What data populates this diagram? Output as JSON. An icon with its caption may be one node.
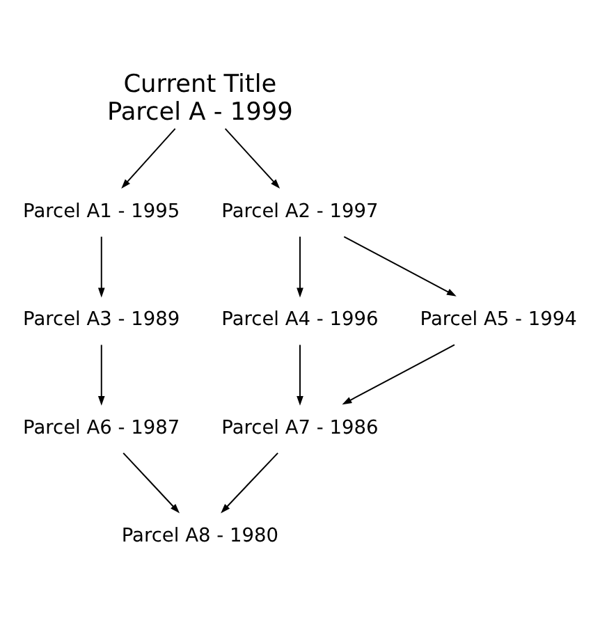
{
  "diagram": {
    "nodes": [
      {
        "text": [
          "Current Title",
          "Parcel A - 1999"
        ]
      },
      {
        "text": [
          "Parcel A1 - 1995"
        ]
      },
      {
        "text": [
          "Parcel A2 - 1997"
        ]
      },
      {
        "text": [
          "Parcel A3 - 1989"
        ]
      },
      {
        "text": [
          "Parcel A4 - 1996"
        ]
      },
      {
        "text": [
          "Parcel A5 - 1994"
        ]
      },
      {
        "text": [
          "Parcel A6 - 1987"
        ]
      },
      {
        "text": [
          "Parcel A7 - 1986"
        ]
      },
      {
        "text": [
          "Parcel A8 - 1980"
        ]
      }
    ],
    "edges": [
      {
        "from": 0,
        "to": 1,
        "arrow": "to"
      },
      {
        "from": 0,
        "to": 2,
        "arrow": "to"
      },
      {
        "from": 1,
        "to": 3,
        "arrow": "to"
      },
      {
        "from": 2,
        "to": 4,
        "arrow": "to"
      },
      {
        "from": 2,
        "to": 5,
        "arrow": "to"
      },
      {
        "from": 3,
        "to": 6,
        "arrow": "to"
      },
      {
        "from": 4,
        "to": 7,
        "arrow": "to"
      },
      {
        "from": 5,
        "to": 7,
        "arrow": "to"
      },
      {
        "from": 6,
        "to": 8,
        "arrow": "to"
      },
      {
        "from": 7,
        "to": 8,
        "arrow": "to"
      }
    ]
  }
}
